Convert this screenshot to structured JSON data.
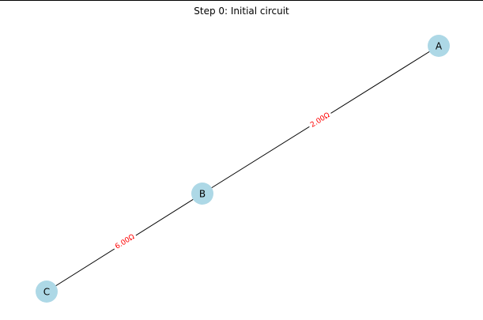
{
  "title": "Step 0: Initial circuit",
  "colors": {
    "node_fill": "#add8e6",
    "edge_stroke": "#000000",
    "edge_label": "#ff0000",
    "edge_label_bg": "#ffffff"
  },
  "nodes": [
    {
      "id": "A",
      "label": "A"
    },
    {
      "id": "B",
      "label": "B"
    },
    {
      "id": "C",
      "label": "C"
    }
  ],
  "edges": [
    {
      "from": "A",
      "to": "B",
      "label": "2.00Ω"
    },
    {
      "from": "B",
      "to": "C",
      "label": "6.00Ω"
    }
  ]
}
